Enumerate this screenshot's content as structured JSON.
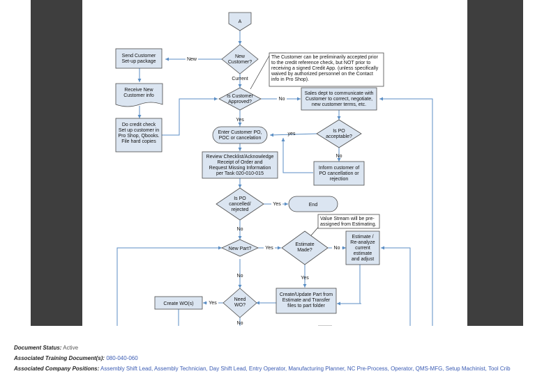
{
  "flow": {
    "connector_a": "A",
    "new_customer_q": [
      "New",
      "Customer?"
    ],
    "label_new": "New",
    "label_current": "Current",
    "send_setup": [
      "Send Customer",
      "Set-up package"
    ],
    "receive_info": [
      "Receive New",
      "Customer info"
    ],
    "credit_check": [
      "Do credit check",
      "Set up customer in",
      "Pro Shop, Qbooks.",
      "File hard copies"
    ],
    "note_credit": [
      "The Customer can be preliminarily accepted prior",
      "to the credit reference check, but NOT prior to",
      "receiving a signed Credit App. (unless specifically",
      "waived by authorized personnel on the Contact",
      "info in Pro Shop)."
    ],
    "approved_q": [
      "Is Customer",
      "Approved?"
    ],
    "label_no_1": "No",
    "label_yes_1": "Yes",
    "sales_dept": [
      "Sales dept to communicate with",
      "Customer to correct, negotiate,",
      "new customer terms, etc."
    ],
    "enter_po": [
      "Enter Customer PO,",
      "POC or cancelation"
    ],
    "label_yes_2": "yes",
    "po_acceptable_q": [
      "Is PO",
      "acceptable?"
    ],
    "label_no_2": "No",
    "review_checklist": [
      "Review Checklist/Acknowledge",
      "Receipt of Order and",
      "Request Missing Information",
      "per Task 020-010-015"
    ],
    "inform_customer": [
      "Inform customer of",
      "PO cancellation or",
      "rejection"
    ],
    "po_cancelled_q": [
      "Is PO",
      "cancelled/",
      "rejected"
    ],
    "label_yes_3": "Yes",
    "end": "End",
    "label_no_3": "No",
    "note_value_stream": [
      "Value Stream will be pre-",
      "assigned from Estimating."
    ],
    "new_part_q": [
      "New Part?"
    ],
    "label_yes_4": "Yes",
    "estimate_made_q": [
      "Estimate",
      "Made?"
    ],
    "label_no_4": "No",
    "reanalyze": [
      "Estimate /",
      "Re-analyze",
      "current",
      "estimate",
      "and adjust"
    ],
    "label_no_5": "No",
    "label_yes_5": "Yes",
    "create_update_part": [
      "Create/Update Part from",
      "Estimate and Transfer",
      "files to part folder"
    ],
    "create_wo": [
      "Create WO(s)"
    ],
    "label_yes_6": "Yes",
    "need_wo_q": [
      "Need",
      "WO?"
    ],
    "label_no_6": "No"
  },
  "meta": {
    "status_label": "Document Status:",
    "status_value": "Active",
    "training_label": "Associated Training Document(s):",
    "training_value": "080-040-060",
    "positions_label": "Associated Company Positions:",
    "positions_value": "Assembly Shift Lead, Assembly Technician, Day Shift Lead, Entry Operator, Manufacturing Planner, NC Pre-Process, Operator, QMS-MFG, Setup Machinist, Tool Crib"
  },
  "colors": {
    "box_fill": "#dbe5f1",
    "connector_line": "#5b8ec4",
    "viewer_background": "#3e3e3e",
    "link": "#3a5bb3"
  }
}
